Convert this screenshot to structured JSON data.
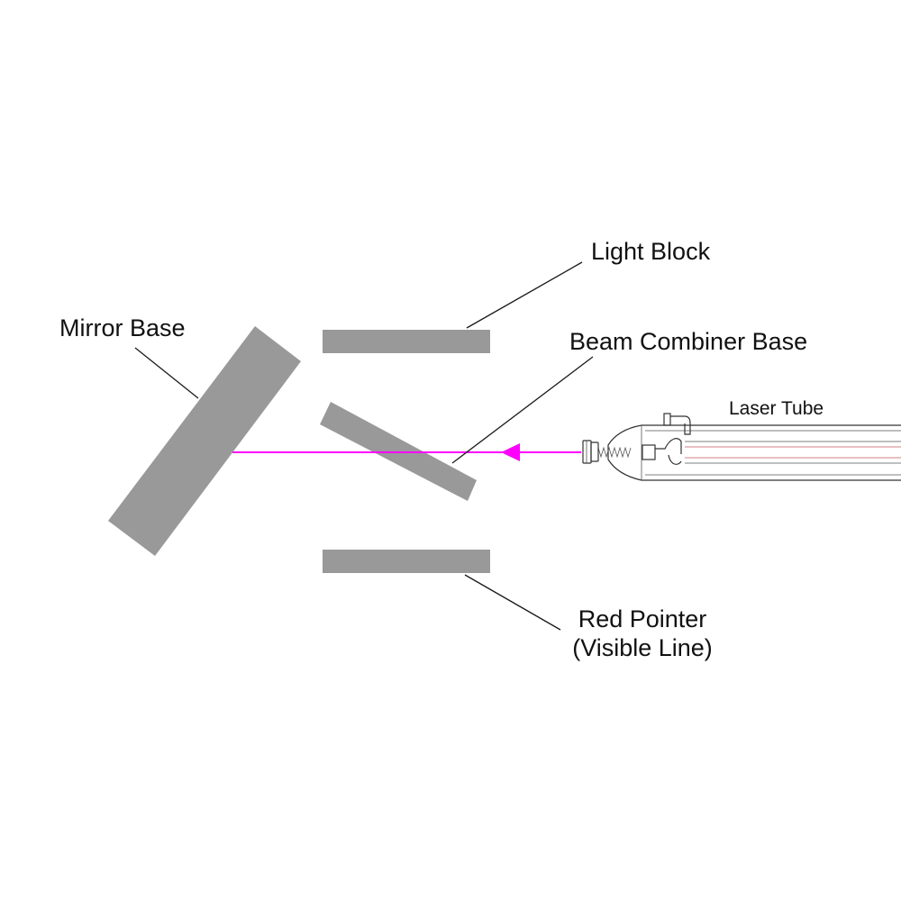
{
  "labels": {
    "light_block": "Light Block",
    "mirror_base": "Mirror Base",
    "beam_combiner_base": "Beam Combiner Base",
    "laser_tube": "Laser Tube",
    "red_pointer_line1": "Red Pointer",
    "red_pointer_line2": "(Visible Line)"
  },
  "colors": {
    "component_fill": "#999999",
    "beam": "#ff00ff",
    "tube_stroke": "#333333",
    "tube_inner_red": "#d08080"
  }
}
